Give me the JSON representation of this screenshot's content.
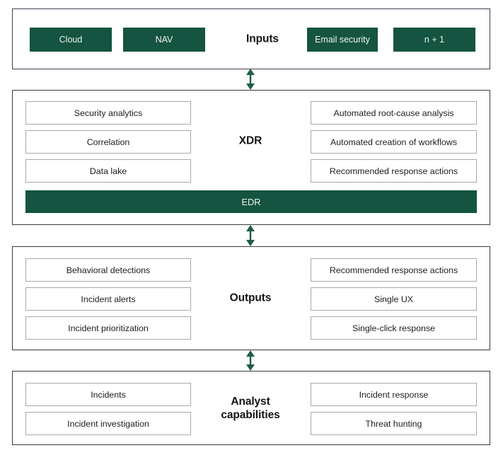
{
  "theme": {
    "green": "#145440",
    "green_text": "#eef3f0",
    "panel_border_top": "#473b4f",
    "panel_border": "#3a3a3a",
    "box_border": "#a9a9a9",
    "text": "#1a1a1a",
    "arrow": "#1f5c46",
    "background": "#ffffff"
  },
  "diagram": {
    "title_semantics": "XDR architecture layer stack",
    "sections": [
      {
        "id": "inputs",
        "center_label": "Inputs",
        "chips": [
          {
            "label": "Cloud"
          },
          {
            "label": "NAV"
          },
          {
            "label": "Email security"
          },
          {
            "label": "n + 1"
          }
        ]
      },
      {
        "id": "xdr",
        "center_label": "XDR",
        "left_boxes": [
          {
            "label": "Security analytics"
          },
          {
            "label": "Correlation"
          },
          {
            "label": "Data lake"
          }
        ],
        "right_boxes": [
          {
            "label": "Automated root-cause analysis"
          },
          {
            "label": "Automated creation of workflows"
          },
          {
            "label": "Recommended response actions"
          }
        ],
        "banner": {
          "label": "EDR"
        }
      },
      {
        "id": "outputs",
        "center_label": "Outputs",
        "left_boxes": [
          {
            "label": "Behavioral detections"
          },
          {
            "label": "Incident alerts"
          },
          {
            "label": "Incident prioritization"
          }
        ],
        "right_boxes": [
          {
            "label": "Recommended response actions"
          },
          {
            "label": "Single UX"
          },
          {
            "label": "Single-click response"
          }
        ]
      },
      {
        "id": "analyst",
        "center_label": "Analyst\ncapabilities",
        "left_boxes": [
          {
            "label": "Incidents"
          },
          {
            "label": "Incident investigation"
          }
        ],
        "right_boxes": [
          {
            "label": "Incident response"
          },
          {
            "label": "Threat hunting"
          }
        ]
      }
    ],
    "connectors": [
      {
        "id": "inputs-to-xdr",
        "icon": "double-headed-vertical-arrow-icon"
      },
      {
        "id": "xdr-to-outputs",
        "icon": "double-headed-vertical-arrow-icon"
      },
      {
        "id": "outputs-to-analyst",
        "icon": "double-headed-vertical-arrow-icon"
      }
    ]
  }
}
